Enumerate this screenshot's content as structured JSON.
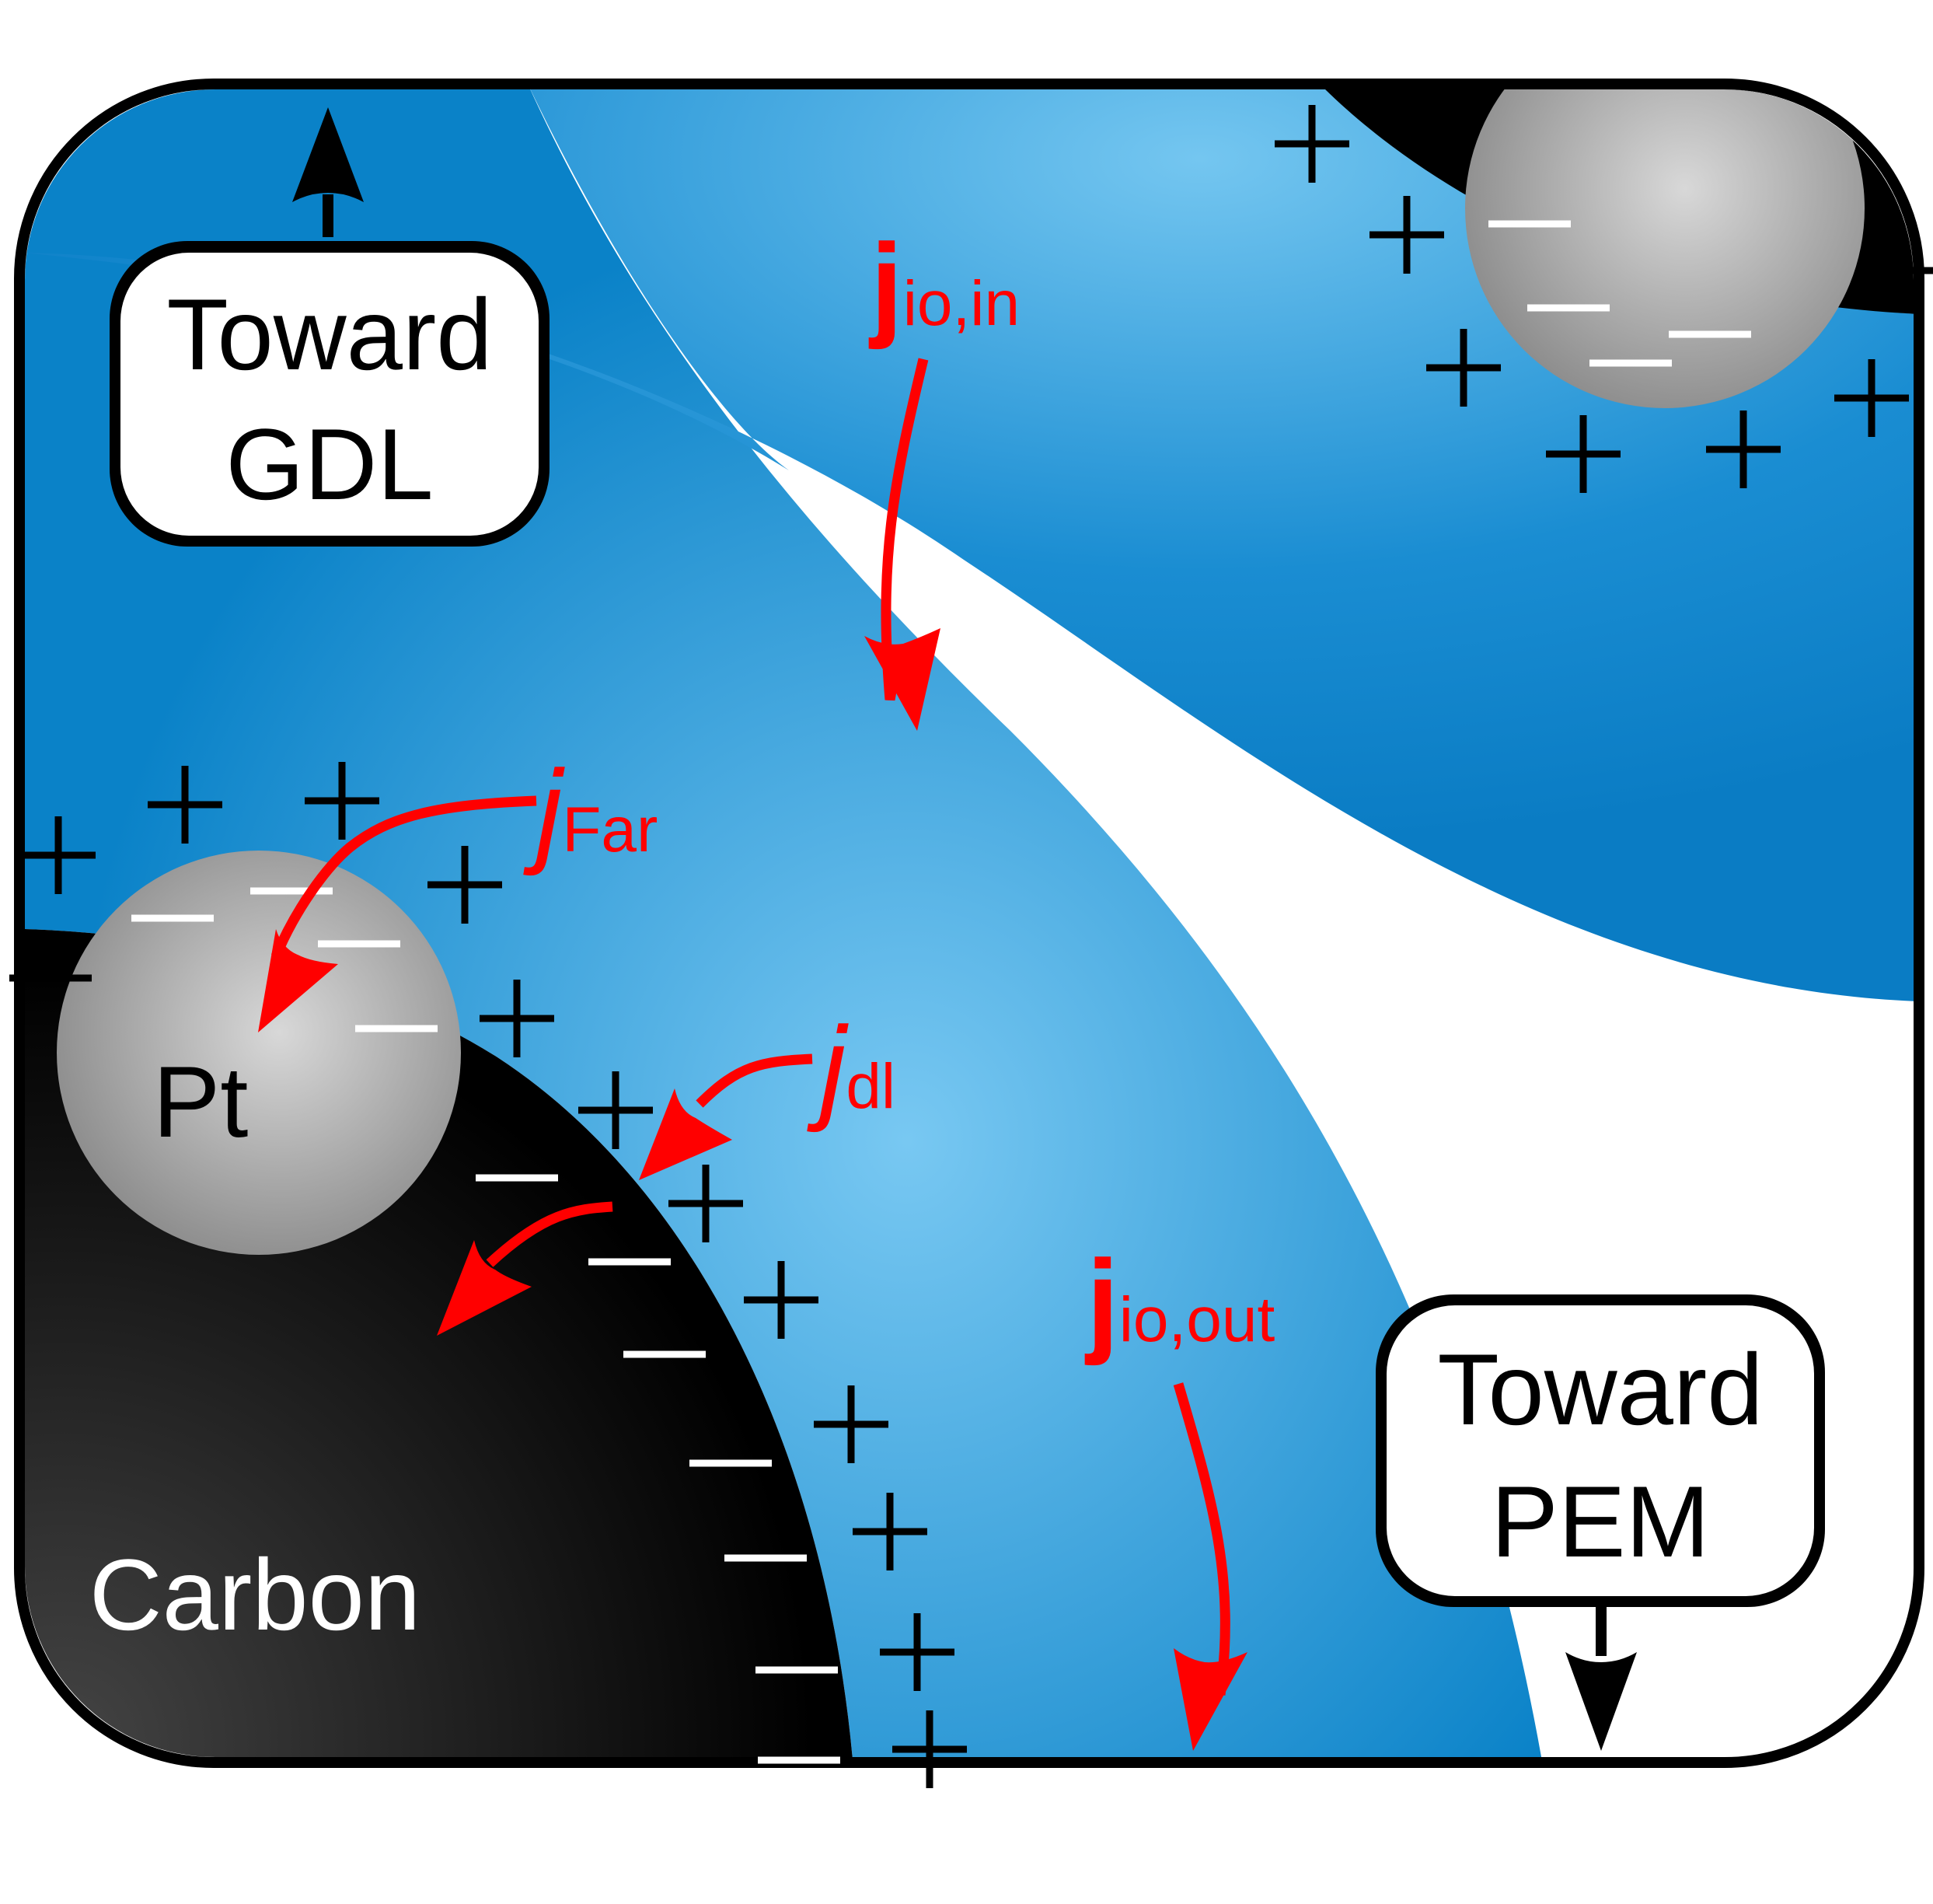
{
  "labels": {
    "toward_gdl": [
      "Toward",
      "GDL"
    ],
    "toward_pem": [
      "Toward",
      "PEM"
    ],
    "pt": "Pt",
    "carbon": "Carbon"
  },
  "currents": {
    "io_in": {
      "main": "j",
      "sub": "io,in"
    },
    "far": {
      "main": "j",
      "sub": "Far"
    },
    "dl": {
      "main": "j",
      "sub": "dl"
    },
    "io_out": {
      "main": "j",
      "sub": "io,out"
    }
  },
  "charges": {
    "plus": "+",
    "minus": "−"
  },
  "colors": {
    "ionomer_dark": "#0a7cc4",
    "ionomer_light": "#78c8f2",
    "current_arrow": "#ff0000",
    "carbon": "#000000",
    "platinum": "#9a9a9a",
    "border": "#000000"
  },
  "icons": {
    "gdl_arrow": "arrow-up-icon",
    "pem_arrow": "arrow-down-icon"
  }
}
